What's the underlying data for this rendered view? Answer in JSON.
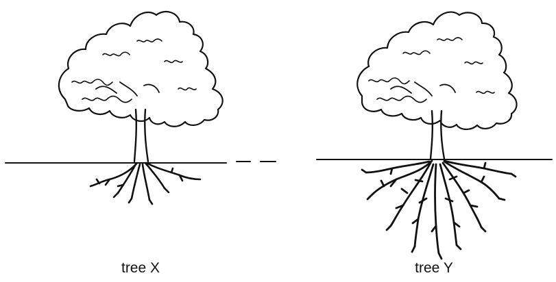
{
  "trees": [
    {
      "label": "tree X",
      "root_depth": "shallow"
    },
    {
      "label": "tree Y",
      "root_depth": "deep"
    }
  ],
  "colors": {
    "ink": "#111111",
    "background": "#ffffff"
  }
}
